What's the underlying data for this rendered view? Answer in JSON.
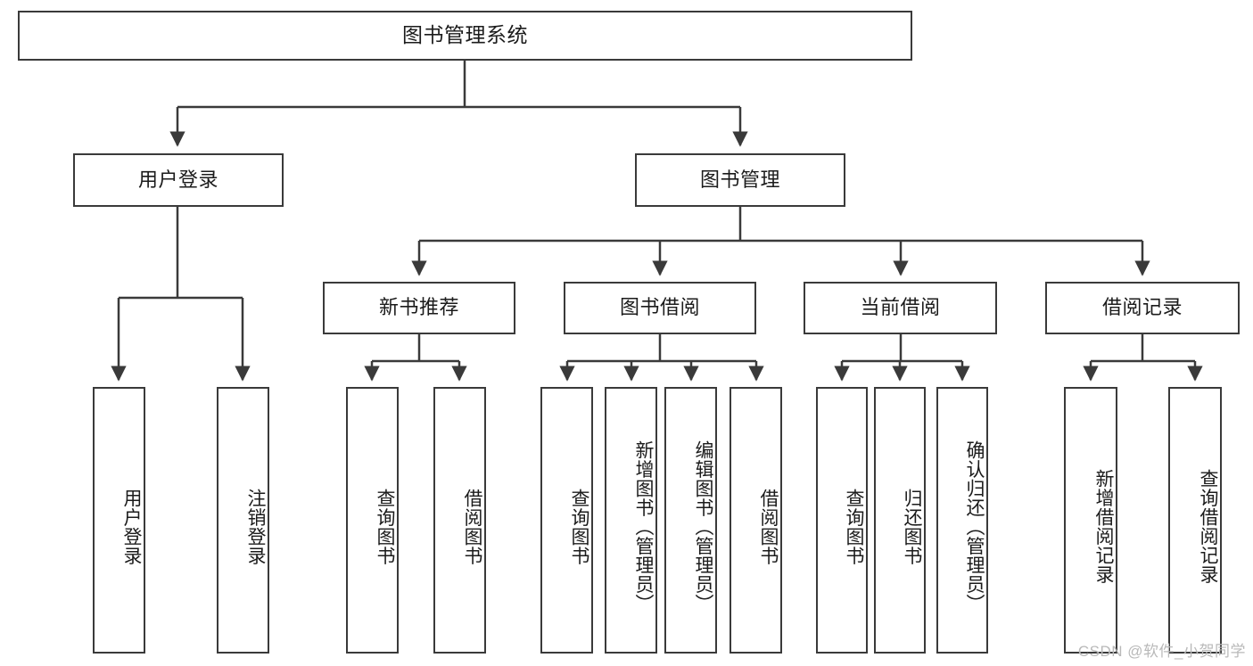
{
  "diagram": {
    "title": "图书管理系统",
    "type": "tree-hierarchy",
    "root": {
      "id": "root",
      "label": "图书管理系统"
    },
    "level2": [
      {
        "id": "user-login",
        "label": "用户登录"
      },
      {
        "id": "book-manage",
        "label": "图书管理"
      }
    ],
    "level3": [
      {
        "id": "new-book-recommend",
        "label": "新书推荐"
      },
      {
        "id": "book-borrow",
        "label": "图书借阅"
      },
      {
        "id": "current-borrow",
        "label": "当前借阅"
      },
      {
        "id": "borrow-record",
        "label": "借阅记录"
      }
    ],
    "leaves": {
      "user_login": [
        {
          "id": "leaf-user-login",
          "label": "用户登录"
        },
        {
          "id": "leaf-logout-login",
          "label": "注销登录"
        }
      ],
      "new_book_recommend": [
        {
          "id": "leaf-query-book-1",
          "label": "查询图书"
        },
        {
          "id": "leaf-borrow-book-1",
          "label": "借阅图书"
        }
      ],
      "book_borrow": [
        {
          "id": "leaf-query-book-2",
          "label": "查询图书"
        },
        {
          "id": "leaf-add-book",
          "label": "新增图书（管理员）"
        },
        {
          "id": "leaf-edit-book",
          "label": "编辑图书（管理员）"
        },
        {
          "id": "leaf-borrow-book-2",
          "label": "借阅图书"
        }
      ],
      "current_borrow": [
        {
          "id": "leaf-query-book-3",
          "label": "查询图书"
        },
        {
          "id": "leaf-return-book",
          "label": "归还图书"
        },
        {
          "id": "leaf-confirm-return",
          "label": "确认归还（管理员）"
        }
      ],
      "borrow_record": [
        {
          "id": "leaf-add-borrow-record",
          "label": "新增借阅记录"
        },
        {
          "id": "leaf-query-borrow-record",
          "label": "查询借阅记录"
        }
      ]
    }
  },
  "watermark": {
    "text": "CSDN @软件_小贺同学"
  },
  "colors": {
    "stroke": "#3a3a3a",
    "text": "#1b1b1b",
    "background": "#ffffff",
    "watermark": "#b9b9b9"
  }
}
